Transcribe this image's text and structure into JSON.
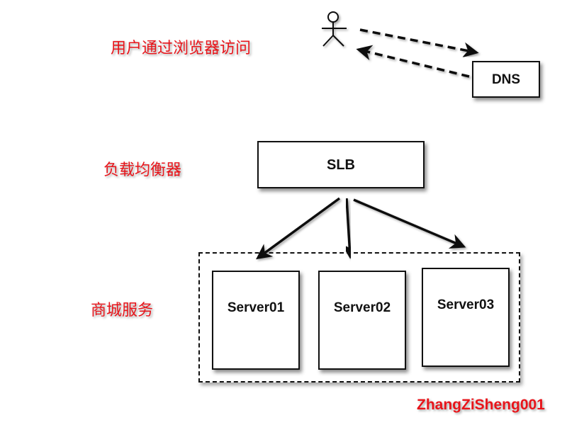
{
  "labels": {
    "user_access": "用户通过浏览器访问",
    "load_balancer": "负载均衡器",
    "mall_service": "商城服务"
  },
  "nodes": {
    "dns": "DNS",
    "slb": "SLB",
    "server01": "Server01",
    "server02": "Server02",
    "server03": "Server03"
  },
  "watermark": "ZhangZiSheng001",
  "colors": {
    "label_text": "#e8141a",
    "line": "#111111",
    "box_fill": "#ffffff"
  },
  "icons": {
    "user": "stick-figure-icon"
  }
}
